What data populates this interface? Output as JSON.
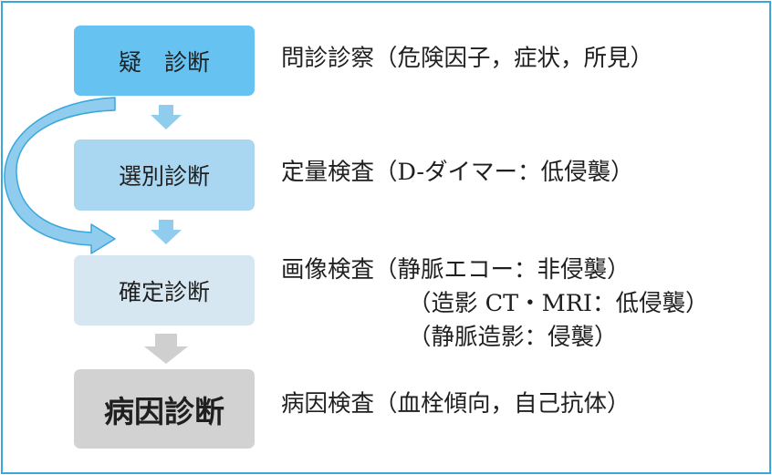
{
  "steps": [
    {
      "label": "疑　診断",
      "detail": [
        "問診診察（危険因子，症状，所見）"
      ]
    },
    {
      "label": "選別診断",
      "detail": [
        "定量検査（D-ダイマー：低侵襲）"
      ]
    },
    {
      "label": "確定診断",
      "detail": [
        "画像検査（静脈エコー：非侵襲）",
        "（造影 CT・MRI：低侵襲）",
        "（静脈造影：侵襲）"
      ]
    },
    {
      "label": "病因診断",
      "detail": [
        "病因検査（血栓傾向，自己抗体）"
      ]
    }
  ],
  "colors": {
    "frame": "#3aa7dc",
    "step1": "#66c3f1",
    "step2": "#a9d7f1",
    "step3": "#d7e7f2",
    "step4": "#d2d2d2",
    "arrow_blue": "#8fccee",
    "arrow_gray": "#cfcfcf"
  }
}
